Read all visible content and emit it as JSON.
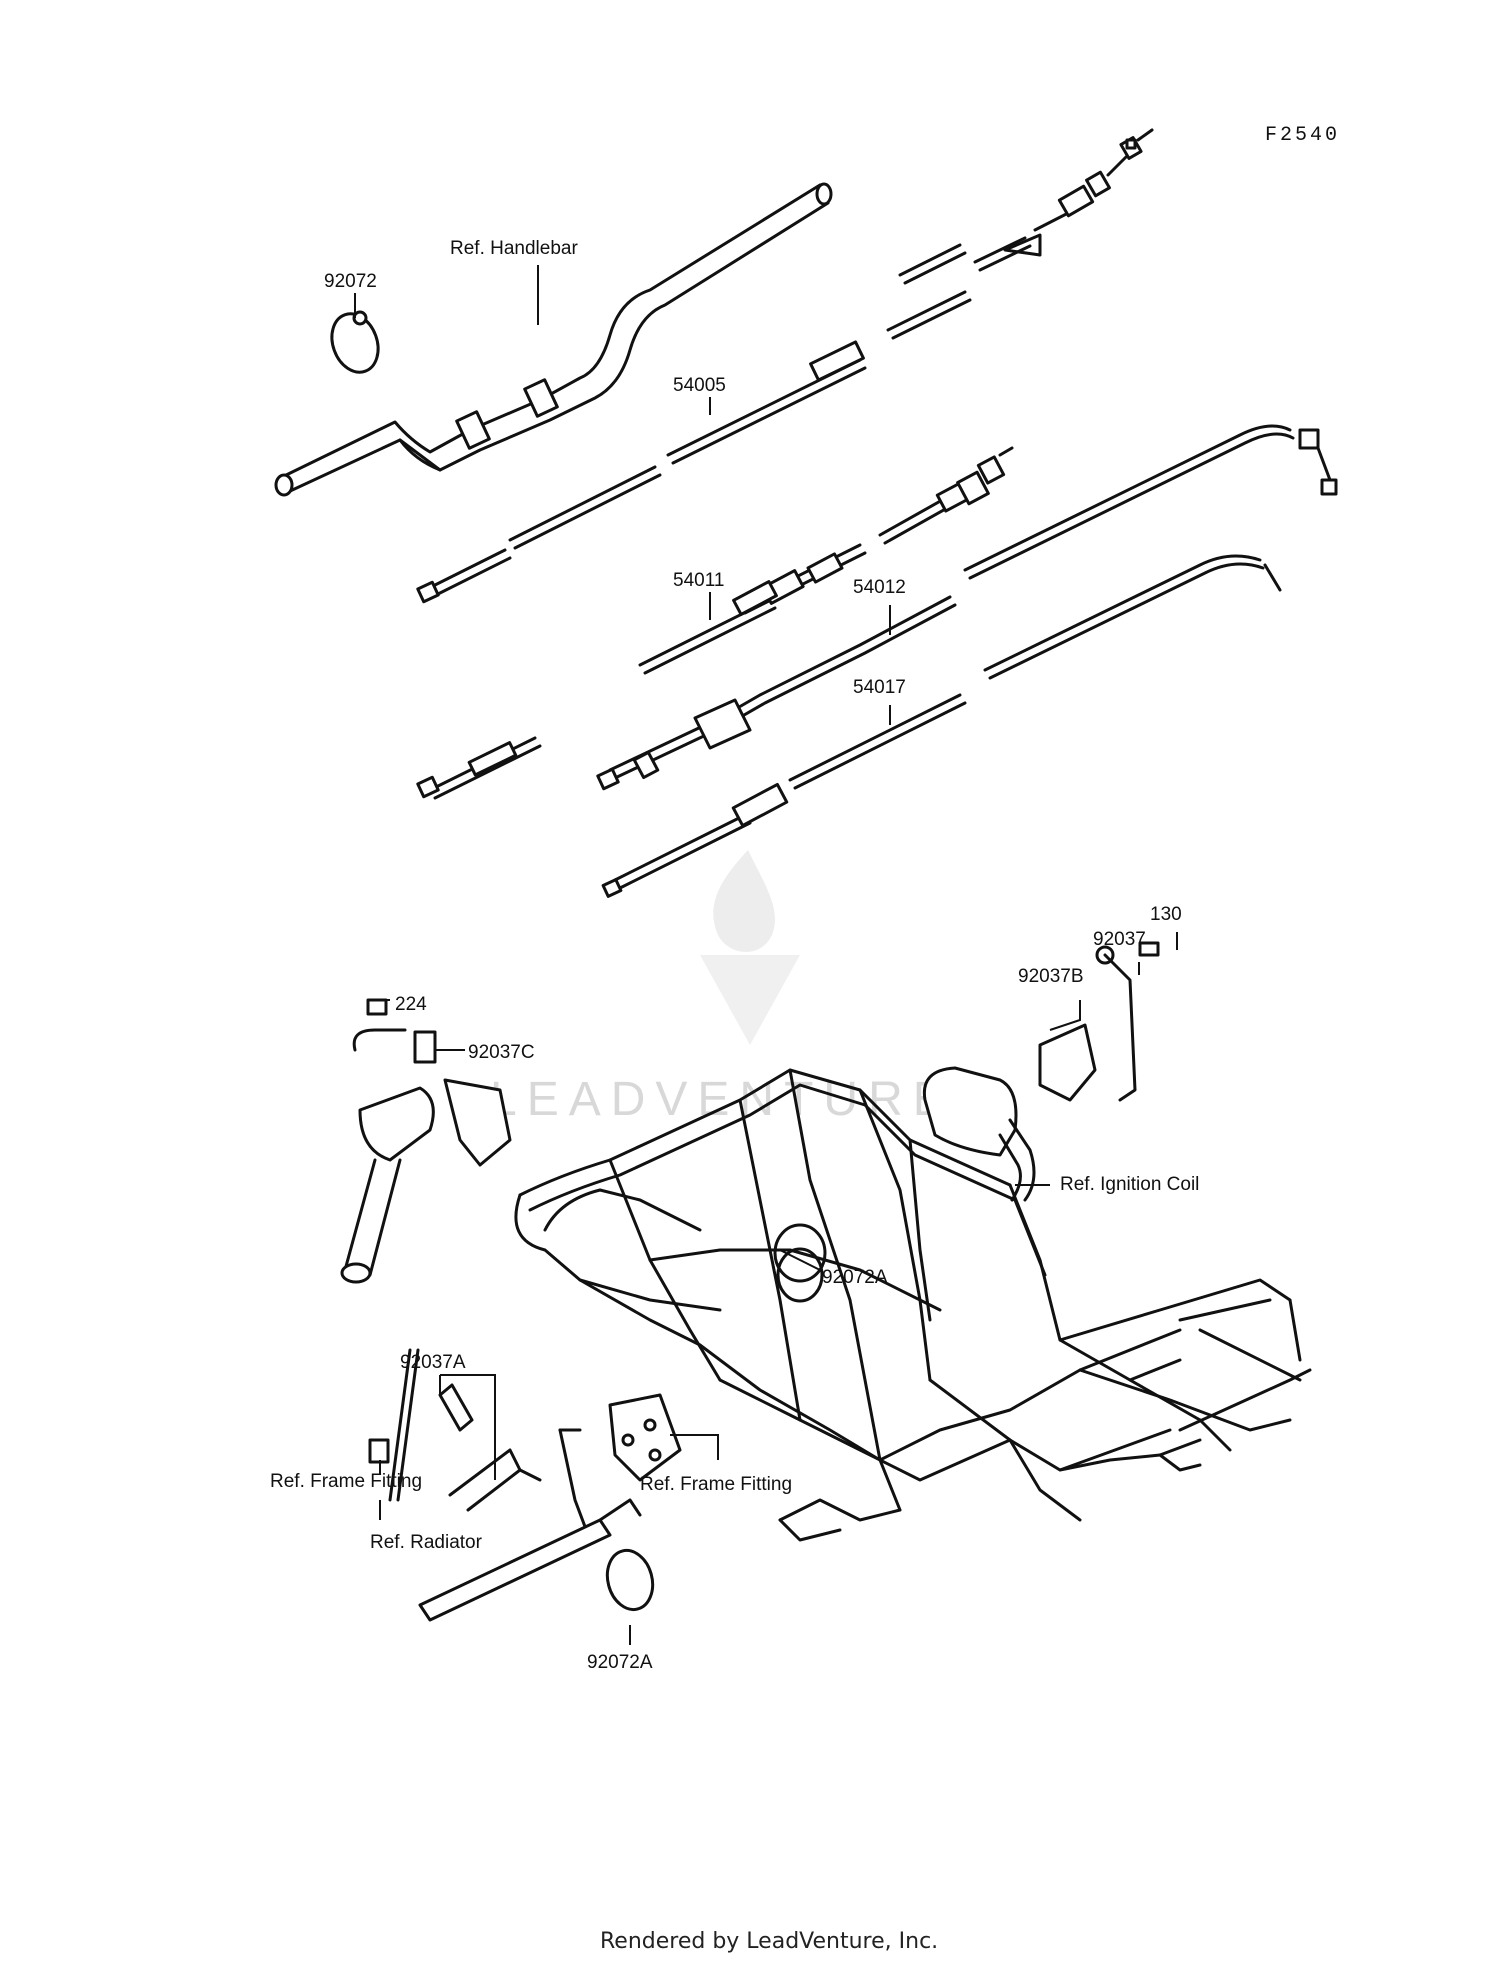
{
  "diagram_code": "F2540",
  "watermark": "LEADVENTURE",
  "footer": "Rendered by LeadVenture, Inc.",
  "labels": {
    "ref_handlebar": "Ref. Handlebar",
    "p92072": "92072",
    "p54005": "54005",
    "p54011": "54011",
    "p54012": "54012",
    "p54017": "54017",
    "p130": "130",
    "p92037": "92037",
    "p92037B": "92037B",
    "p224": "224",
    "p92037C": "92037C",
    "ref_ignition_coil": "Ref. Ignition Coil",
    "p92072A_frame": "92072A",
    "p92037A": "92037A",
    "ref_frame_fitting_left": "Ref. Frame Fitting",
    "ref_frame_fitting_right": "Ref. Frame Fitting",
    "ref_radiator": "Ref. Radiator",
    "p92072A_bottom": "92072A"
  }
}
